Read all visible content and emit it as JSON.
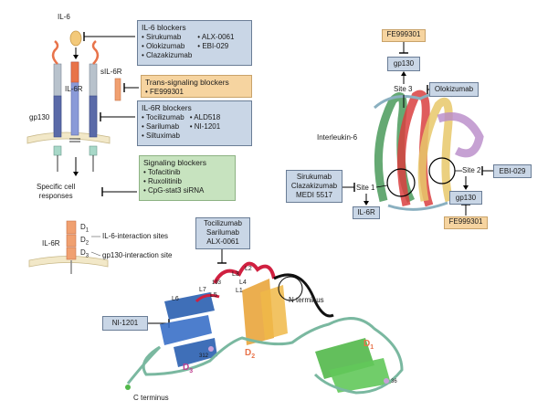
{
  "left_panel": {
    "il6_label": "IL-6",
    "sil6r_label": "sIL-6R",
    "il6r_label": "IL-6R",
    "gp130_label": "gp130",
    "responses_label": "Specific cell\nresponses"
  },
  "boxes": {
    "il6_blockers": {
      "title": "IL-6 blockers",
      "col1": [
        "Sirukumab",
        "Olokizumab",
        "Clazakizumab"
      ],
      "col2": [
        "ALX-0061",
        "EBI-029"
      ]
    },
    "trans_blockers": {
      "title": "Trans-signaling blockers",
      "items": [
        "FE999301"
      ]
    },
    "il6r_blockers": {
      "title": "IL-6R blockers",
      "col1": [
        "Tocilizumab",
        "Sarilumab",
        "Siltuximab"
      ],
      "col2": [
        "ALD518",
        "NI-1201"
      ]
    },
    "signaling_blockers": {
      "title": "Signaling blockers",
      "items": [
        "Tofacitinib",
        "Ruxolitinib",
        "CpG-stat3 siRNA"
      ]
    }
  },
  "domain_panel": {
    "il6r_label": "IL-6R",
    "d1": "D",
    "d1_sub": "1",
    "d2": "D",
    "d2_sub": "2",
    "d3": "D",
    "d3_sub": "3",
    "il6_sites": "IL-6-interaction sites",
    "gp130_site": "gp130-interaction site"
  },
  "right_panel": {
    "fe_top": "FE999301",
    "gp130_top": "gp130",
    "site3": "Site 3",
    "olokizumab": "Olokizumab",
    "interleukin": "Interleukin-6",
    "site1_drugs": "Sirukumab\nClazakizumab\nMEDI 5517",
    "site1": "Site 1",
    "il6r": "IL-6R",
    "site2": "Site 2",
    "ebi": "EBI-029",
    "gp130_right": "gp130",
    "fe_bottom": "FE999301"
  },
  "structure_panel": {
    "tocilizumab_box": "Tocilizumab\nSarilumab\nALX-0061",
    "ni1201": "NI-1201",
    "n_terminus": "N terminus",
    "c_terminus": "C terminus",
    "d1": "D",
    "d1_sub": "1",
    "d2": "D",
    "d2_sub": "2",
    "d3": "D",
    "d3_sub": "3",
    "loops": [
      "L1",
      "L2",
      "L3",
      "L4",
      "L5",
      "L6",
      "L7"
    ],
    "num_193": "193",
    "num_312": "312",
    "num_36": "36"
  },
  "colors": {
    "blue_box": "#c9d6e6",
    "orange_box": "#f6d4a0",
    "green_box": "#c7e3bf",
    "domain_orange": "#e8734a",
    "helix_red": "#d94040",
    "helix_green": "#4a9a5a",
    "helix_yellow": "#e8c86a",
    "helix_purple": "#b88ac8",
    "sheet_blue": "#2a5fb0",
    "sheet_green": "#52b84a"
  }
}
